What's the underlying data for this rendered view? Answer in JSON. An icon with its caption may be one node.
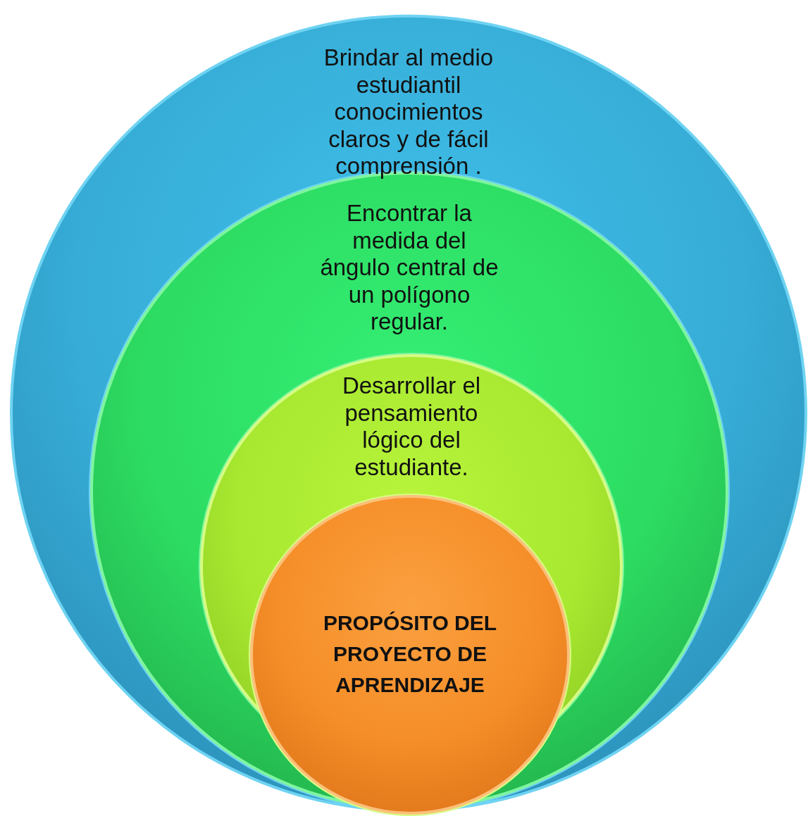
{
  "diagram": {
    "nodes": [
      {
        "text": [
          "Brindar al medio estudiantil conocimientos claros y de fácil comprensión ."
        ]
      },
      {
        "text": [
          "Encontrar la medida del ángulo central de un polígono regular."
        ],
        "in": 0
      },
      {
        "text": [
          "Desarrollar el pensamiento lógico del estudiante."
        ],
        "in": 1
      },
      {
        "text": [
          "PROPÓSITO DEL PROYECTO DE APRENDIZAJE"
        ],
        "in": 2
      }
    ]
  }
}
